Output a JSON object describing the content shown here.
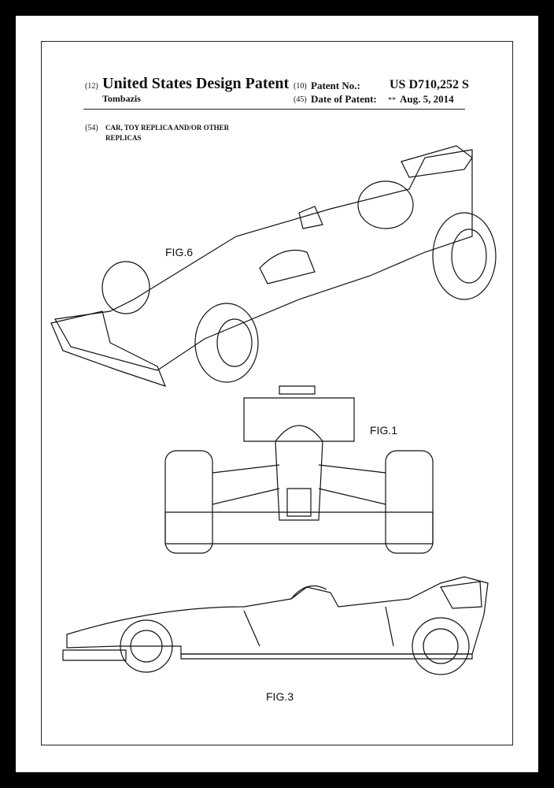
{
  "header": {
    "code_12": "(12)",
    "title": "United States Design Patent",
    "inventor": "Tombazis",
    "code_10": "(10)",
    "patent_no_label": "Patent No.:",
    "patent_no": "US D710,252 S",
    "code_45": "(45)",
    "date_label": "Date of Patent:",
    "date_mark": "**",
    "date": "Aug. 5, 2014",
    "code_54": "(54)",
    "subject_line1": "CAR, TOY REPLICA AND/OR OTHER",
    "subject_line2": "REPLICAS"
  },
  "figures": {
    "fig6": "FIG.6",
    "fig1": "FIG.1",
    "fig3": "FIG.3"
  }
}
